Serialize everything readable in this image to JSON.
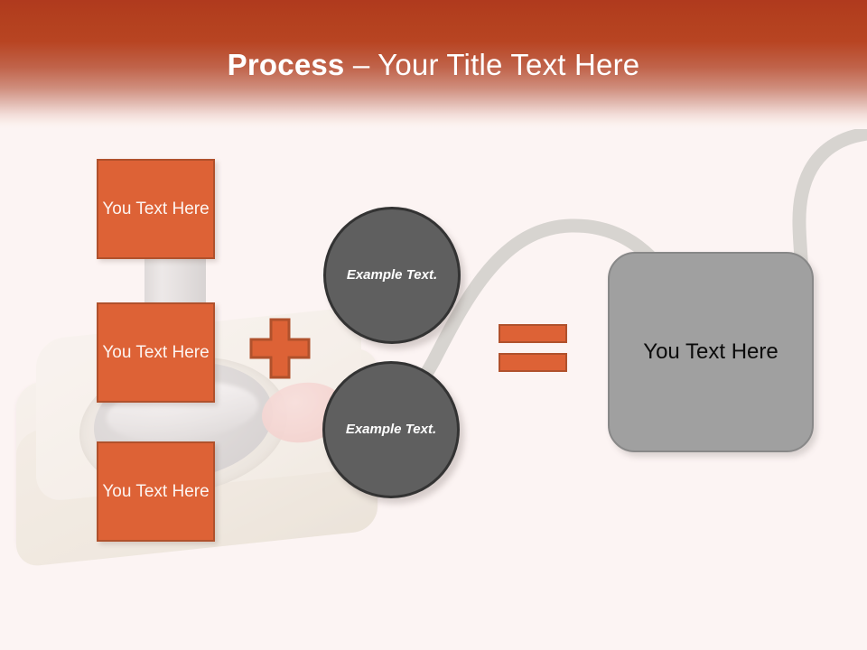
{
  "slide": {
    "background_color": "#FCF4F3",
    "accent_color": "#DD6236",
    "accent_dark_color": "#B0512C",
    "header_color": "#B03A1E",
    "circle_color": "#5F5F5F",
    "result_color": "#A0A0A0"
  },
  "header": {
    "title_bold": "Process",
    "title_rest": " – Your Title Text Here"
  },
  "left_boxes": [
    {
      "label": "You Text Here"
    },
    {
      "label": "You Text Here"
    },
    {
      "label": "You Text Here"
    }
  ],
  "operators": {
    "plus": "+",
    "equals": "="
  },
  "circles": [
    {
      "label": "Example Text."
    },
    {
      "label": "Example Text."
    }
  ],
  "result": {
    "label": "You Text Here"
  },
  "decor": {
    "photo_subject": "retro-joystick",
    "cable_color": "#D7D4D0"
  }
}
